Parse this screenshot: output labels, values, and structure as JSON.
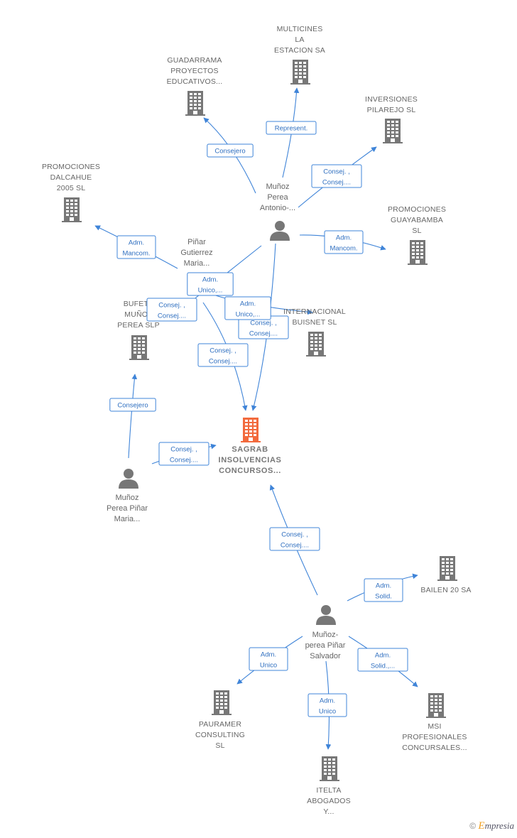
{
  "colors": {
    "edge": "#3f84d8",
    "node": "#777777",
    "focus": "#f26a3d",
    "label": "#666666"
  },
  "nodes": [
    {
      "id": "multicines",
      "type": "company",
      "lines": [
        "MULTICINES",
        "LA",
        "ESTACION SA"
      ]
    },
    {
      "id": "guadarrama",
      "type": "company",
      "lines": [
        "GUADARRAMA",
        "PROYECTOS",
        "EDUCATIVOS..."
      ]
    },
    {
      "id": "inversiones",
      "type": "company",
      "lines": [
        "INVERSIONES",
        "PILAREJO  SL"
      ]
    },
    {
      "id": "dalcahue",
      "type": "company",
      "lines": [
        "PROMOCIONES",
        "DALCAHUE",
        "2005  SL"
      ]
    },
    {
      "id": "guayabamba",
      "type": "company",
      "lines": [
        "PROMOCIONES",
        "GUAYABAMBA",
        "SL"
      ]
    },
    {
      "id": "bufete",
      "type": "company",
      "lines": [
        "BUFETE",
        "MUÑOZ",
        "PEREA SLP"
      ]
    },
    {
      "id": "internacional",
      "type": "company",
      "lines": [
        "INTERNACIONAL",
        "BUISNET SL"
      ]
    },
    {
      "id": "sagrab",
      "type": "focus",
      "lines": [
        "SAGRAB",
        "INSOLVENCIAS",
        "CONCURSOS..."
      ]
    },
    {
      "id": "bailen",
      "type": "company",
      "lines": [
        "BAILEN 20 SA"
      ]
    },
    {
      "id": "pauramer",
      "type": "company",
      "lines": [
        "PAURAMER",
        "CONSULTING",
        "SL"
      ]
    },
    {
      "id": "itelta",
      "type": "company",
      "lines": [
        "ITELTA",
        "ABOGADOS",
        "Y..."
      ]
    },
    {
      "id": "msi",
      "type": "company",
      "lines": [
        "MSI",
        "PROFESIONALES",
        "CONCURSALES..."
      ]
    },
    {
      "id": "antonio",
      "type": "person",
      "lines": [
        "Muñoz",
        "Perea",
        "Antonio-..."
      ]
    },
    {
      "id": "pinar_maria",
      "type": "person",
      "lines": [
        "Piñar",
        "Gutierrez",
        "Maria..."
      ]
    },
    {
      "id": "perea_maria",
      "type": "person",
      "lines": [
        "Muñoz",
        "Perea Piñar",
        "Maria..."
      ]
    },
    {
      "id": "salvador",
      "type": "person",
      "lines": [
        "Muñoz-",
        "perea Piñar",
        "Salvador"
      ]
    }
  ],
  "edges": [
    {
      "from": "antonio",
      "to": "multicines",
      "label": [
        "Represent."
      ]
    },
    {
      "from": "antonio",
      "to": "guadarrama",
      "label": [
        "Consejero"
      ]
    },
    {
      "from": "antonio",
      "to": "inversiones",
      "label": [
        "Consej. ,",
        "Consej...."
      ]
    },
    {
      "from": "antonio",
      "to": "guayabamba",
      "label": [
        "Adm.",
        "Mancom."
      ]
    },
    {
      "from": "antonio",
      "to": "sagrab",
      "label": [
        "Consej. ,",
        "Consej...."
      ]
    },
    {
      "from": "antonio",
      "to": "bufete",
      "label": [
        "Consej. ,",
        "Consej...."
      ]
    },
    {
      "from": "pinar_maria",
      "to": "dalcahue",
      "label": [
        "Adm.",
        "Mancom."
      ]
    },
    {
      "from": "pinar_maria",
      "to": "internacional",
      "label": [
        "Adm.",
        "Unico,..."
      ]
    },
    {
      "from": "pinar_maria",
      "to": "sagrab",
      "label": [
        "Consej. ,",
        "Consej...."
      ]
    },
    {
      "from": "pinar_maria",
      "to": "bufete",
      "label": [
        "Adm.",
        "Unico,..."
      ]
    },
    {
      "from": "perea_maria",
      "to": "bufete",
      "label": [
        "Consejero"
      ]
    },
    {
      "from": "perea_maria",
      "to": "sagrab",
      "label": [
        "Consej. ,",
        "Consej...."
      ]
    },
    {
      "from": "salvador",
      "to": "sagrab",
      "label": [
        "Consej. ,",
        "Consej...."
      ]
    },
    {
      "from": "salvador",
      "to": "bailen",
      "label": [
        "Adm.",
        "Solid."
      ]
    },
    {
      "from": "salvador",
      "to": "pauramer",
      "label": [
        "Adm.",
        "Unico"
      ]
    },
    {
      "from": "salvador",
      "to": "itelta",
      "label": [
        "Adm.",
        "Unico"
      ]
    },
    {
      "from": "salvador",
      "to": "msi",
      "label": [
        "Adm.",
        "Solid.,..."
      ]
    }
  ],
  "footer": {
    "copyright": "©",
    "brand_initial": "E",
    "brand_rest": "mpresia"
  }
}
